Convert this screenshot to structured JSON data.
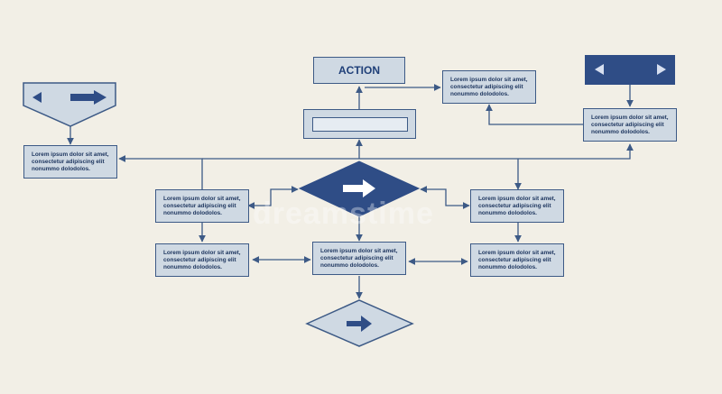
{
  "action_label": "ACTION",
  "lorem": {
    "line1": "Lorem ipsum dolor sit amet,",
    "line2": "consectetur adipiscing elit",
    "line3": "nonummo dolodolos."
  },
  "watermark": "dreamstime",
  "colors": {
    "background": "#f2efe6",
    "box_fill": "#cfd9e3",
    "stroke": "#3d5a86",
    "dark_fill": "#2f4d86",
    "arrow_white": "#ffffff"
  },
  "icons": [
    "arrow-left-icon",
    "arrow-right-icon",
    "play-left-icon",
    "play-right-icon"
  ]
}
